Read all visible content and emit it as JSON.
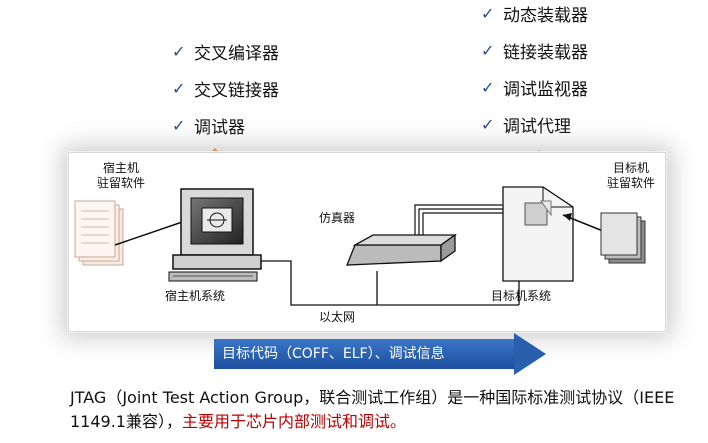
{
  "left_list": [
    "交叉编译器",
    "交叉链接器",
    "调试器"
  ],
  "right_list": [
    "动态装载器",
    "链接装载器",
    "调试监视器",
    "调试代理"
  ],
  "check_mark": "✓",
  "diagram": {
    "host_software_line1": "宿主机",
    "host_software_line2": "驻留软件",
    "host_system": "宿主机系统",
    "emulator": "仿真器",
    "ethernet": "以太网",
    "target_software_line1": "目标机",
    "target_software_line2": "驻留软件",
    "target_system": "目标机系统"
  },
  "banner": {
    "text": "目标代码（COFF、ELF）、调试信息"
  },
  "description": {
    "part1": "JTAG（Joint Test Action Group，联合测试工作组）是一种国际标准测试协议（IEEE 1149.1兼容），",
    "part2": "主要用于芯片内部测试和调试。"
  },
  "colors": {
    "accent": "#1f4e96",
    "highlight": "#c00000",
    "arrow_orange": "#f47a20"
  }
}
